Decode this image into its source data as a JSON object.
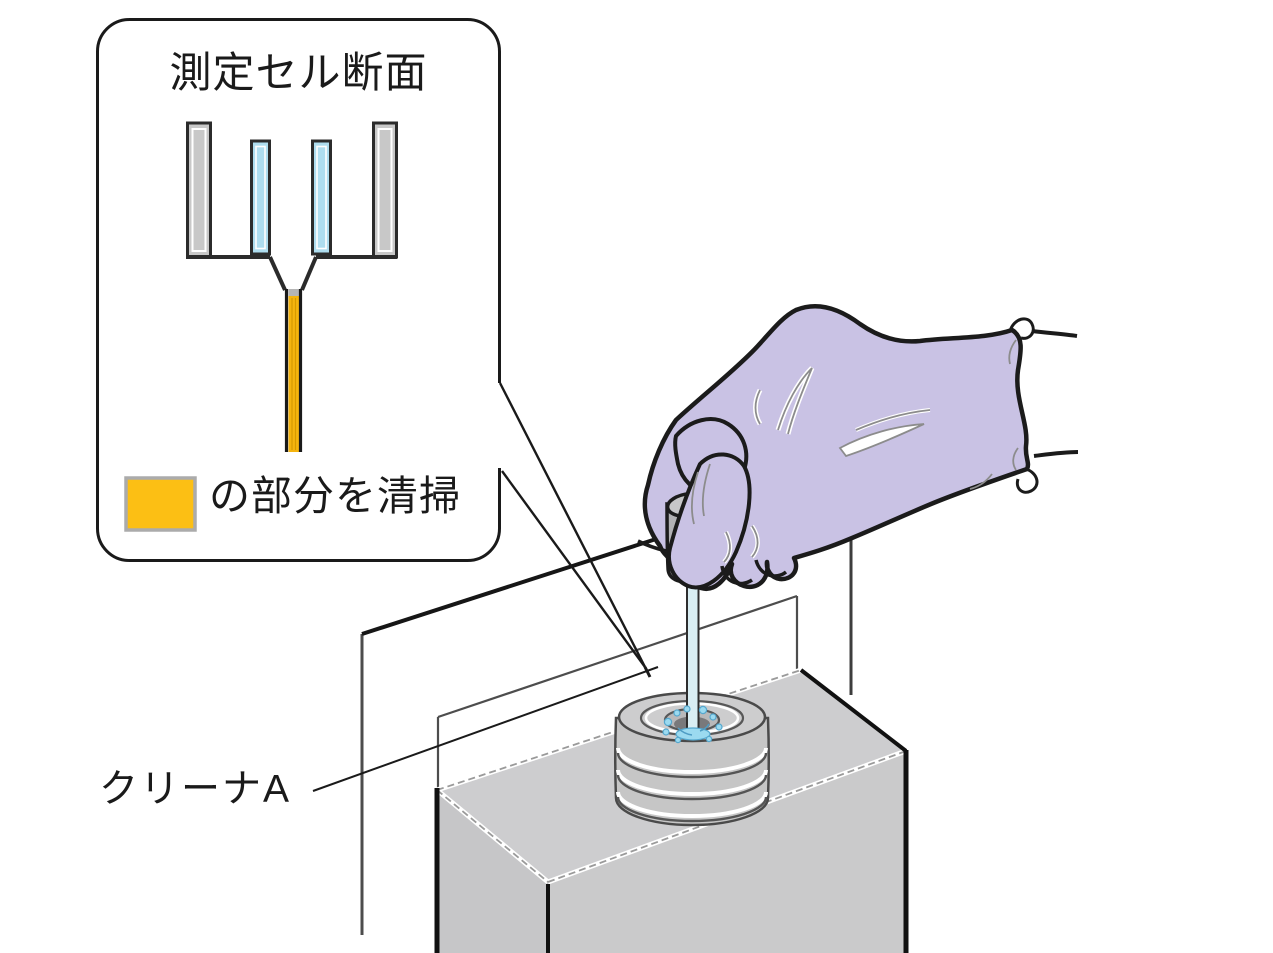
{
  "figure": {
    "description_type": "instruction-illustration",
    "background_color": "#FFFFFF"
  },
  "callout": {
    "title": "測定セル断面",
    "legend_text": "の部分を清掃",
    "legend_swatch_color": "#FCBF14"
  },
  "labels": {
    "cleaner_label": "クリーナA"
  },
  "colors": {
    "highlight_orange": "#FCBF14",
    "cell_window_blue": "#AEDDEF",
    "glove_purple": "#C9C2E4",
    "metal_gray": "#C8C8C8",
    "stick_blue": "#D9EEF3",
    "splash_blue": "#9BDAF0",
    "outline_black": "#1B1B1B",
    "panel_line_gray": "#4D4D4D"
  }
}
